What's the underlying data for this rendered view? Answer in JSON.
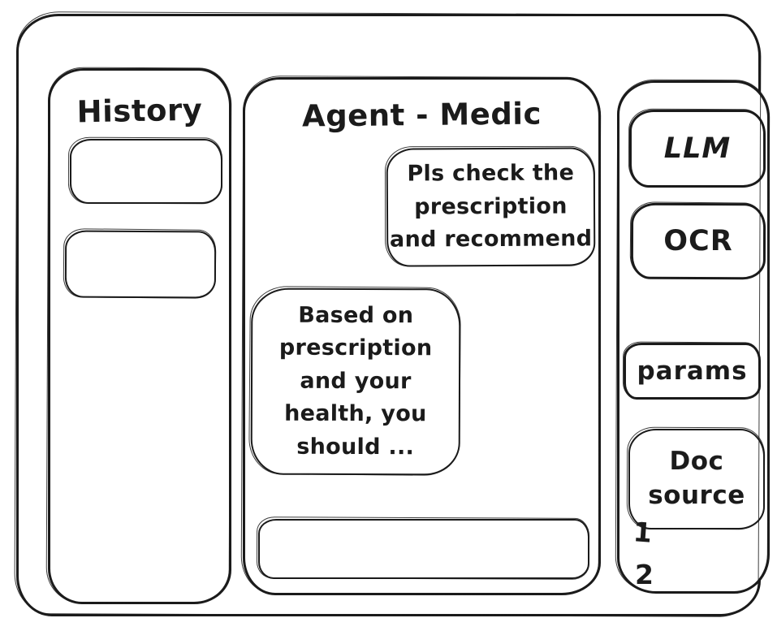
{
  "app": {
    "colors": {
      "ink": "#1b1b1b",
      "paper": "#ffffff"
    }
  },
  "history": {
    "title": "History",
    "items": [
      {
        "label": ""
      },
      {
        "label": ""
      }
    ]
  },
  "chat": {
    "title": "Agent - Medic",
    "messages": [
      {
        "role": "user",
        "text": "Pls check the\nprescription\nand recommend"
      },
      {
        "role": "agent",
        "text": "Based on\nprescription\nand your\nhealth, you\nshould ..."
      }
    ],
    "input": {
      "value": "",
      "placeholder": ""
    }
  },
  "tools": {
    "buttons": [
      {
        "label": "LLM"
      },
      {
        "label": "OCR"
      },
      {
        "label": "params"
      }
    ],
    "doc_source": {
      "label": "Doc\nsource",
      "items": [
        "1",
        "2"
      ]
    }
  }
}
